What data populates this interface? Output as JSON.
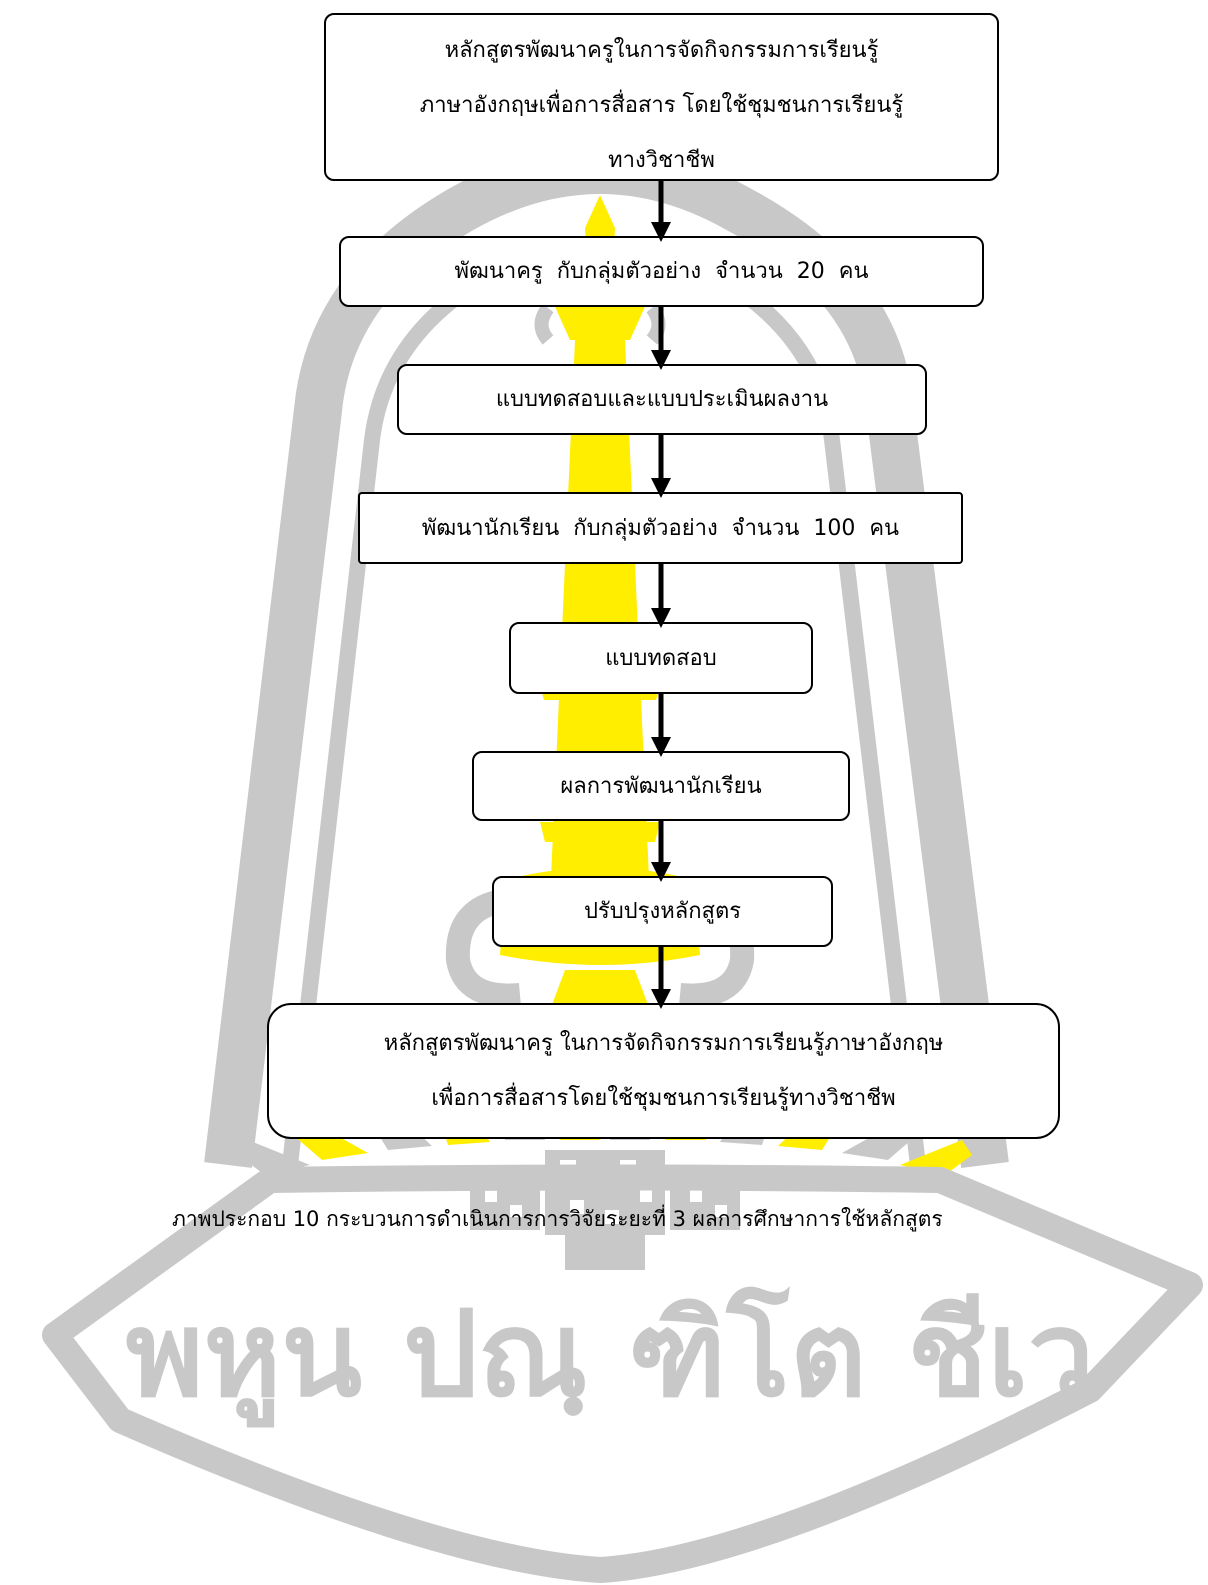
{
  "flowchart": {
    "steps": [
      {
        "lines": [
          "หลักสูตรพัฒนาครูในการจัดกิจกรรมการเรียนรู้",
          "ภาษาอังกฤษเพื่อการสื่อสาร โดยใช้ชุมชนการเรียนรู้",
          "ทางวิชาชีพ"
        ]
      },
      {
        "lines": [
          "พัฒนาครู  กับกลุ่มตัวอย่าง  จำนวน  20  คน"
        ]
      },
      {
        "lines": [
          "แบบทดสอบและแบบประเมินผลงาน"
        ]
      },
      {
        "lines": [
          "พัฒนานักเรียน  กับกลุ่มตัวอย่าง  จำนวน  100  คน"
        ]
      },
      {
        "lines": [
          "แบบทดสอบ"
        ]
      },
      {
        "lines": [
          "ผลการพัฒนานักเรียน"
        ]
      },
      {
        "lines": [
          "ปรับปรุงหลักสูตร"
        ]
      },
      {
        "lines": [
          "หลักสูตรพัฒนาครู ในการจัดกิจกรรมการเรียนรู้ภาษาอังกฤษ",
          "เพื่อการสื่อสารโดยใช้ชุมชนการเรียนรู้ทางวิชาชีพ"
        ]
      }
    ]
  },
  "caption": "ภาพประกอบ 10 กระบวนการดำเนินการการวิจัยระยะที่ 3 ผลการศึกษาการใช้หลักสูตร",
  "watermark": {
    "text": "พหูน ปณฺ ฑิโต ชีเว",
    "colors": {
      "gray": "#c8c8c8",
      "yellow": "#ffee00"
    }
  }
}
